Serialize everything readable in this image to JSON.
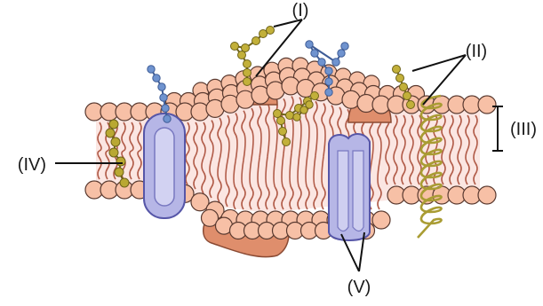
{
  "labels": {
    "i": "(I)",
    "ii": "(II)",
    "iii": "(III)",
    "iv": "(IV)",
    "v": "(V)"
  },
  "colors": {
    "head_fill": "#f7c0a6",
    "head_stroke": "#5a3a30",
    "tail": "#b15b48",
    "protein_fill": "#b6b6e6",
    "protein_stroke": "#5656a8",
    "peripheral_protein": "#df8e6c",
    "glyco_bead": "#c2b03a",
    "glyco_stroke": "#6e6318",
    "glycolipid_bead": "#6f93cf",
    "cholesterol": "#b9a832",
    "fiber": "#a99c33"
  },
  "icons": {
    "outer_leaflet": "phospholipid-head-icon",
    "inner_leaflet": "phospholipid-head-icon",
    "chains": "carbohydrate-bead-chain-icon",
    "helix": "helical-fiber-icon"
  }
}
